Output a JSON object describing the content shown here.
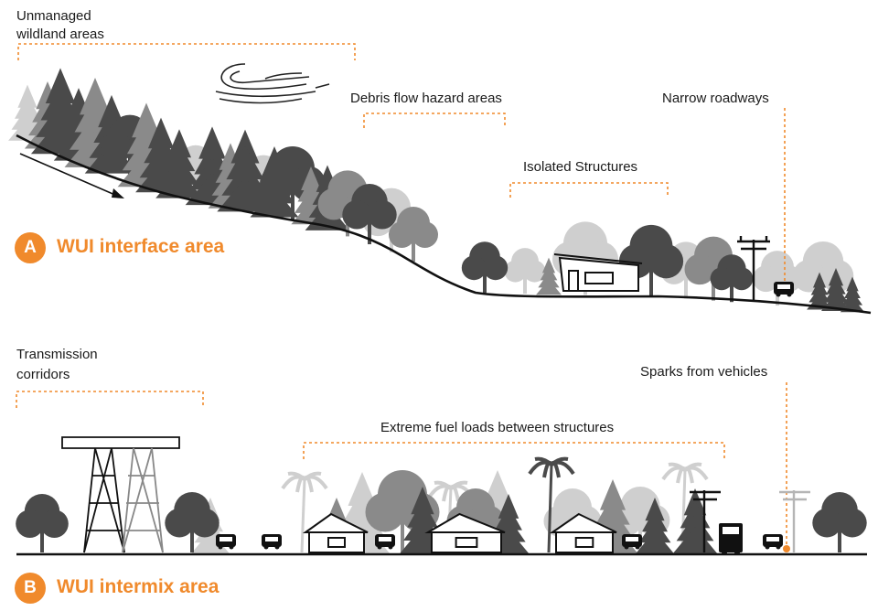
{
  "labels": {
    "unmanaged": [
      "Unmanaged",
      "wildland areas"
    ],
    "debris": "Debris flow hazard areas",
    "narrow_roads": "Narrow roadways",
    "isolated": "Isolated Structures",
    "transmission": [
      "Transmission",
      "corridors"
    ],
    "sparks": "Sparks from vehicles",
    "fuel_loads": "Extreme fuel loads between structures"
  },
  "sections": {
    "a": {
      "letter": "A",
      "title": "WUI interface area"
    },
    "b": {
      "letter": "B",
      "title": "WUI intermix area"
    }
  },
  "colors": {
    "accent": "#f08a2c",
    "tree_dark": "#4a4a4a",
    "tree_mid": "#8a8a8a",
    "tree_light": "#cfcfcf",
    "ground": "#111111"
  }
}
